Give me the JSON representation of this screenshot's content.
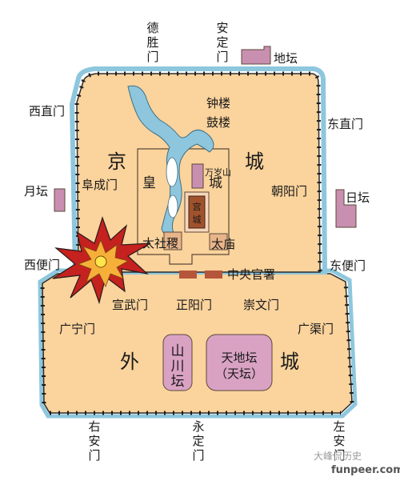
{
  "gates_north": [
    {
      "name": "north-gate-deshengmen",
      "lines": [
        "德",
        "胜",
        "门"
      ]
    },
    {
      "name": "north-gate-andingmen",
      "lines": [
        "安",
        "定",
        "门"
      ]
    }
  ],
  "gates_south": [
    {
      "name": "south-gate-youanmen",
      "lines": [
        "右",
        "安",
        "门"
      ]
    },
    {
      "name": "south-gate-yongdingmen",
      "lines": [
        "永",
        "定",
        "门"
      ]
    },
    {
      "name": "south-gate-zuoanmen",
      "lines": [
        "左",
        "安",
        "门"
      ]
    }
  ],
  "gates_side": {
    "xizhimen": "西直门",
    "dongzhimen": "东直门",
    "fuchengmen": "阜成门",
    "chaoyangmen": "朝阳门",
    "xibianmen": "西便门",
    "dongbianmen": "东便门",
    "guangningmen": "广宁门",
    "guangqumen": "广渠门",
    "xuanwumen": "宣武门",
    "zhengyangmen": "正阳门",
    "chongwenmen": "崇文门"
  },
  "altars": {
    "ditan": "地坛",
    "yuetan": "月坛",
    "ritan": "日坛"
  },
  "landmarks": {
    "zhonglou": "钟楼",
    "gulou": "鼓楼",
    "wansuishan": "万岁山",
    "huang": "皇",
    "cheng": "城",
    "gongcheng": [
      "宫",
      "城"
    ],
    "taisheji": "太社稷",
    "taimiao": "太庙",
    "zhongyang": "中央官署",
    "shanchuan": [
      "山",
      "川",
      "坛"
    ],
    "tiantan": [
      "天地坛",
      "（天坛）"
    ]
  },
  "city_labels": {
    "jing": "京",
    "cheng_inner": "城",
    "wai": "外",
    "cheng_outer": "城"
  },
  "watermark": {
    "site": "funpeer.com",
    "faint": "大峰侃历史"
  }
}
